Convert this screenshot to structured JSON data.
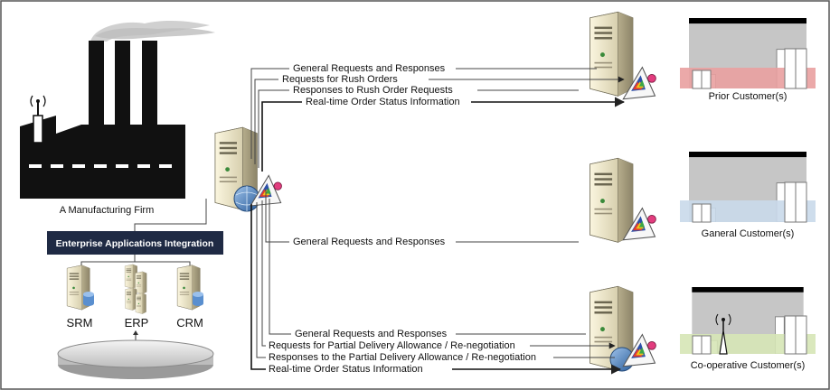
{
  "firm": {
    "label": "A Manufacturing Firm",
    "integration_label": "Enterprise Applications Integration",
    "systems": [
      "SRM",
      "ERP",
      "CRM"
    ]
  },
  "customers": [
    {
      "label": "Prior Customer(s)",
      "band_color": "#e9a0a0"
    },
    {
      "label": "Ganeral Customer(s)",
      "band_color": "#c9d9ea"
    },
    {
      "label": "Co-operative Customer(s)",
      "band_color": "#d6e6b6"
    }
  ],
  "flows": {
    "prior": [
      "General Requests and Responses",
      "Requests for Rush Orders",
      "Responses to Rush Order Requests",
      "Real-time Order Status Information"
    ],
    "general": [
      "General Requests and Responses"
    ],
    "cooperative": [
      "General Requests and Responses",
      "Requests for Partial Delivery Allowance / Re-negotiation",
      "Responses to the Partial Delivery Allowance / Re-negotiation",
      "Real-time Order Status Information"
    ]
  },
  "colors": {
    "eai_box": "#1f2a44",
    "factory": "#111111",
    "smoke": "#c8c8c8"
  }
}
